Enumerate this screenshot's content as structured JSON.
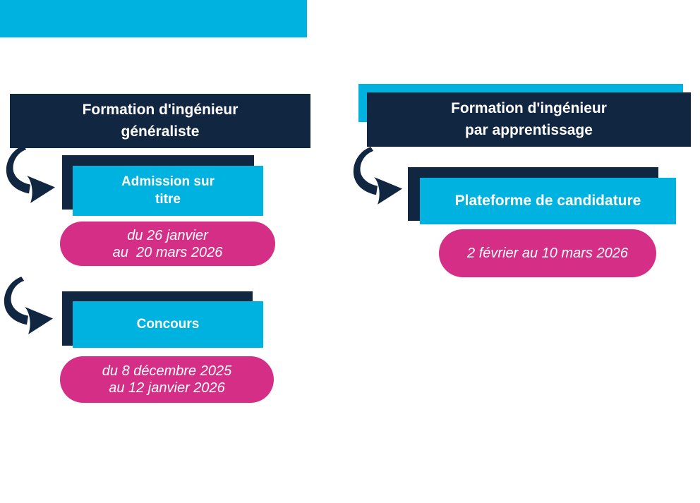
{
  "colors": {
    "cyan": "#00b2e0",
    "navy": "#112641",
    "pink": "#d42e87",
    "text_on_boxes": "#ffffff"
  },
  "columns": [
    {
      "header": "Formation d'ingénieur\ngénéraliste",
      "steps": [
        {
          "label": "Admission sur\ntitre",
          "dates": "du 26 janvier\nau  20 mars 2026"
        },
        {
          "label": "Concours",
          "dates": "du 8 décembre 2025\nau 12 janvier 2026"
        }
      ]
    },
    {
      "header": "Formation d'ingénieur\npar apprentissage",
      "steps": [
        {
          "label": "Plateforme de candidature",
          "dates": "2 février au 10 mars 2026"
        }
      ]
    }
  ]
}
